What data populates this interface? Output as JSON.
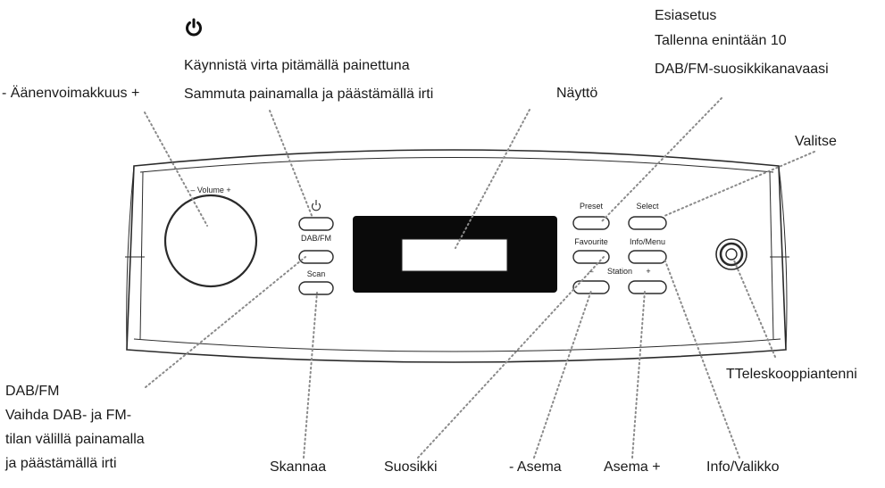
{
  "device": {
    "volume_label": "– Volume +",
    "buttons": {
      "dab_fm": "DAB/FM",
      "scan": "Scan",
      "preset": "Preset",
      "select": "Select",
      "favourite": "Favourite",
      "info_menu": "Info/Menu",
      "station_minus": "–",
      "station": "Station",
      "station_plus": "+"
    }
  },
  "callouts": {
    "volume": "- Äänenvoimakkuus +",
    "power": {
      "icon": "power-icon",
      "line1": "Käynnistä virta pitämällä painettuna",
      "line2": "Sammuta painamalla ja päästämällä irti"
    },
    "display": "Näyttö",
    "preset": {
      "line1": "Esiasetus",
      "line2": "Tallenna enintään 10",
      "line3": "DAB/FM-suosikkikanavaasi"
    },
    "select": "Valitse",
    "antenna": "TTeleskooppiantenni",
    "dab_fm": {
      "line1": "DAB/FM",
      "line2": "Vaihda DAB- ja FM-",
      "line3": "tilan välillä painamalla",
      "line4": "ja päästämällä irti"
    },
    "scan": "Skannaa",
    "favourite": "Suosikki",
    "station_minus": "- Asema",
    "station_plus": "Asema +",
    "info_menu": "Info/Valikko"
  }
}
